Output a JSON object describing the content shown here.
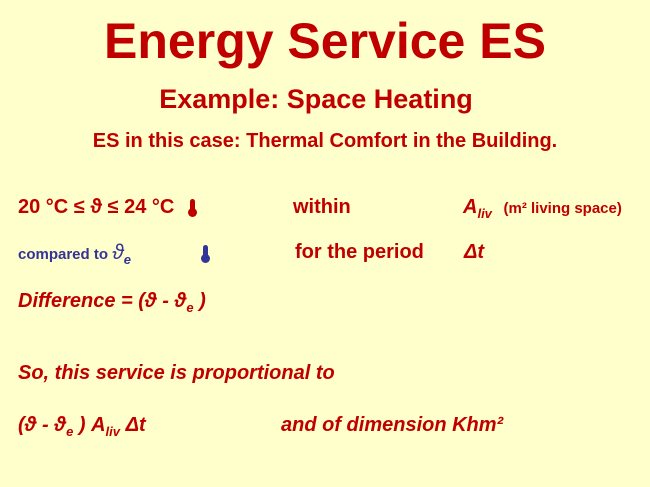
{
  "title": "Energy Service ES",
  "subtitle": "Example: Space Heating",
  "es_line": "ES in this case: Thermal Comfort in the Building.",
  "row1": {
    "range": "20 °C ≤ ϑ ≤ 24 °C",
    "within": "within",
    "area_symbol": "A",
    "area_sub": "liv",
    "area_note": "(m² living space)",
    "icon": "thermometer-red-icon"
  },
  "row2": {
    "compared": "compared to ",
    "theta": "ϑ",
    "theta_sub": "e",
    "period": "for the period",
    "delta_t": "Δt",
    "icon": "thermometer-blue-icon"
  },
  "row3": {
    "label": "Difference = (ϑ - ϑ",
    "sub": "e",
    "close": " )"
  },
  "row4": "So, this service is proportional to",
  "row5": {
    "expr_a": "(ϑ - ϑ",
    "expr_sub": "e",
    "expr_b": " ) A",
    "expr_sub2": "liv",
    "expr_c": " Δt",
    "dimension": "and of dimension  Khm²"
  },
  "colors": {
    "background": "#ffffcc",
    "red": "#c00000",
    "blue": "#333399"
  }
}
